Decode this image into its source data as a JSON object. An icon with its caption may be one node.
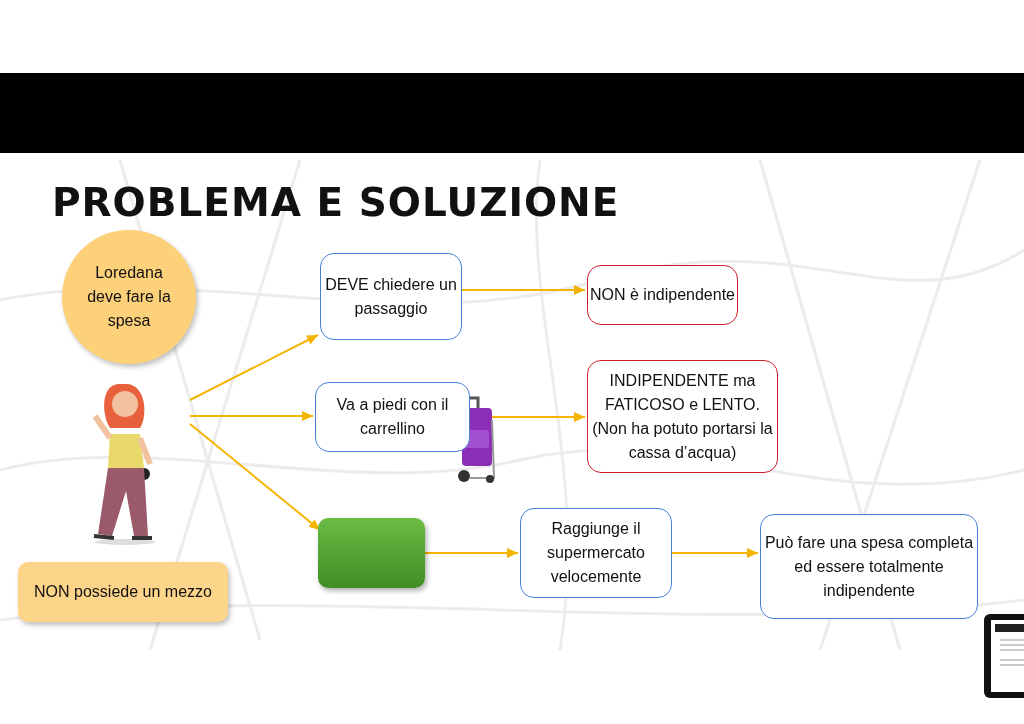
{
  "diagram": {
    "title": "PROBLEMA E SOLUZIONE",
    "nodes": [
      {
        "text": [
          "Loredana deve fare la spesa"
        ]
      },
      {
        "text": [],
        "shape": "person"
      },
      {
        "text": [
          "NON possiede un mezzo"
        ]
      },
      {
        "text": [
          "DEVE chiedere un passaggio"
        ]
      },
      {
        "text": [
          "NON è indipendente"
        ]
      },
      {
        "text": [
          "Va a piedi con il carrellino"
        ]
      },
      {
        "text": [
          "INDIPENDENTE ma FATICOSO e LENTO.",
          "(Non ha potuto portarsi la cassa d’acqua)"
        ]
      },
      {
        "text": [],
        "shape": "box"
      },
      {
        "text": [
          "Raggiunge il supermercato velocemente"
        ]
      },
      {
        "text": [
          "Può fare una spesa completa ed essere totalmente indipendente"
        ]
      }
    ],
    "edges": [
      {
        "from": 1,
        "to": 3,
        "arrow": "to"
      },
      {
        "from": 1,
        "to": 5,
        "arrow": "to"
      },
      {
        "from": 1,
        "to": 7,
        "arrow": "to"
      },
      {
        "from": 3,
        "to": 4,
        "arrow": "to"
      },
      {
        "from": 5,
        "to": 6,
        "arrow": "to"
      },
      {
        "from": 7,
        "to": 8,
        "arrow": "to"
      },
      {
        "from": 8,
        "to": 9,
        "arrow": "to"
      }
    ]
  }
}
